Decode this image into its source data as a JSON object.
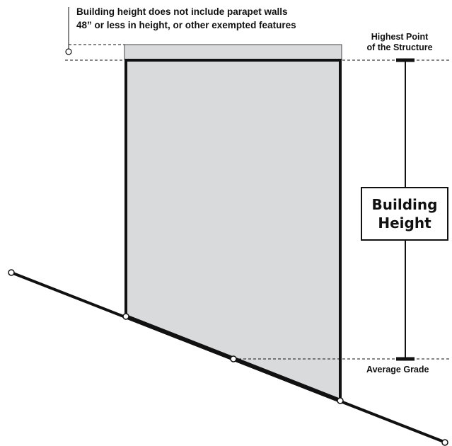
{
  "annotation": {
    "line1": "Building height does not include parapet walls",
    "line2": "48” or less in height, or other exempted features"
  },
  "labels": {
    "highest_point_line1": "Highest Point",
    "highest_point_line2": "of the Structure",
    "building_height_line1": "Building",
    "building_height_line2": "Height",
    "average_grade": "Average Grade"
  },
  "colors": {
    "building_fill": "#d9dadb",
    "stroke": "#111111",
    "background": "#ffffff"
  }
}
